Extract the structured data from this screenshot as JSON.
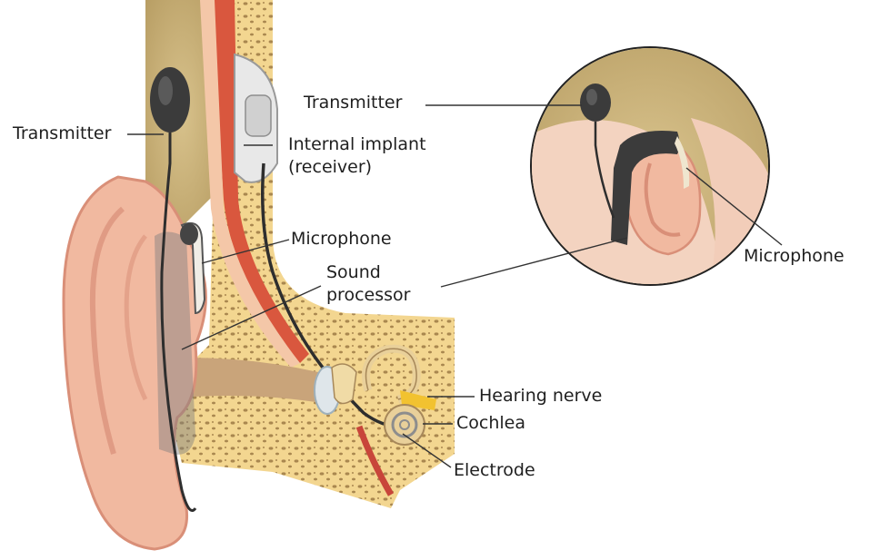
{
  "labels": {
    "transmitter_left": "Transmitter",
    "internal_implant_line1": "Internal implant",
    "internal_implant_line2": "(receiver)",
    "microphone_left": "Microphone",
    "sound_processor_line1": "Sound",
    "sound_processor_line2": "processor",
    "hearing_nerve": "Hearing nerve",
    "cochlea": "Cochlea",
    "electrode": "Electrode",
    "transmitter_inset": "Transmitter",
    "microphone_inset": "Microphone"
  },
  "colors": {
    "hair": "#c9b27a",
    "hair_dark": "#a8915a",
    "skin": "#f1b9a0",
    "skin_dark": "#d98f78",
    "bone": "#f3d690",
    "bone_spots": "#9b7a4a",
    "tissue_red": "#d9573e",
    "device_dark": "#3b3b3b",
    "implant_white": "#e8e8e8",
    "nerve_yellow": "#f2c230",
    "leader_line": "#333333"
  },
  "icons": [
    "ear-cross-section-illustration",
    "child-head-inset-illustration"
  ]
}
